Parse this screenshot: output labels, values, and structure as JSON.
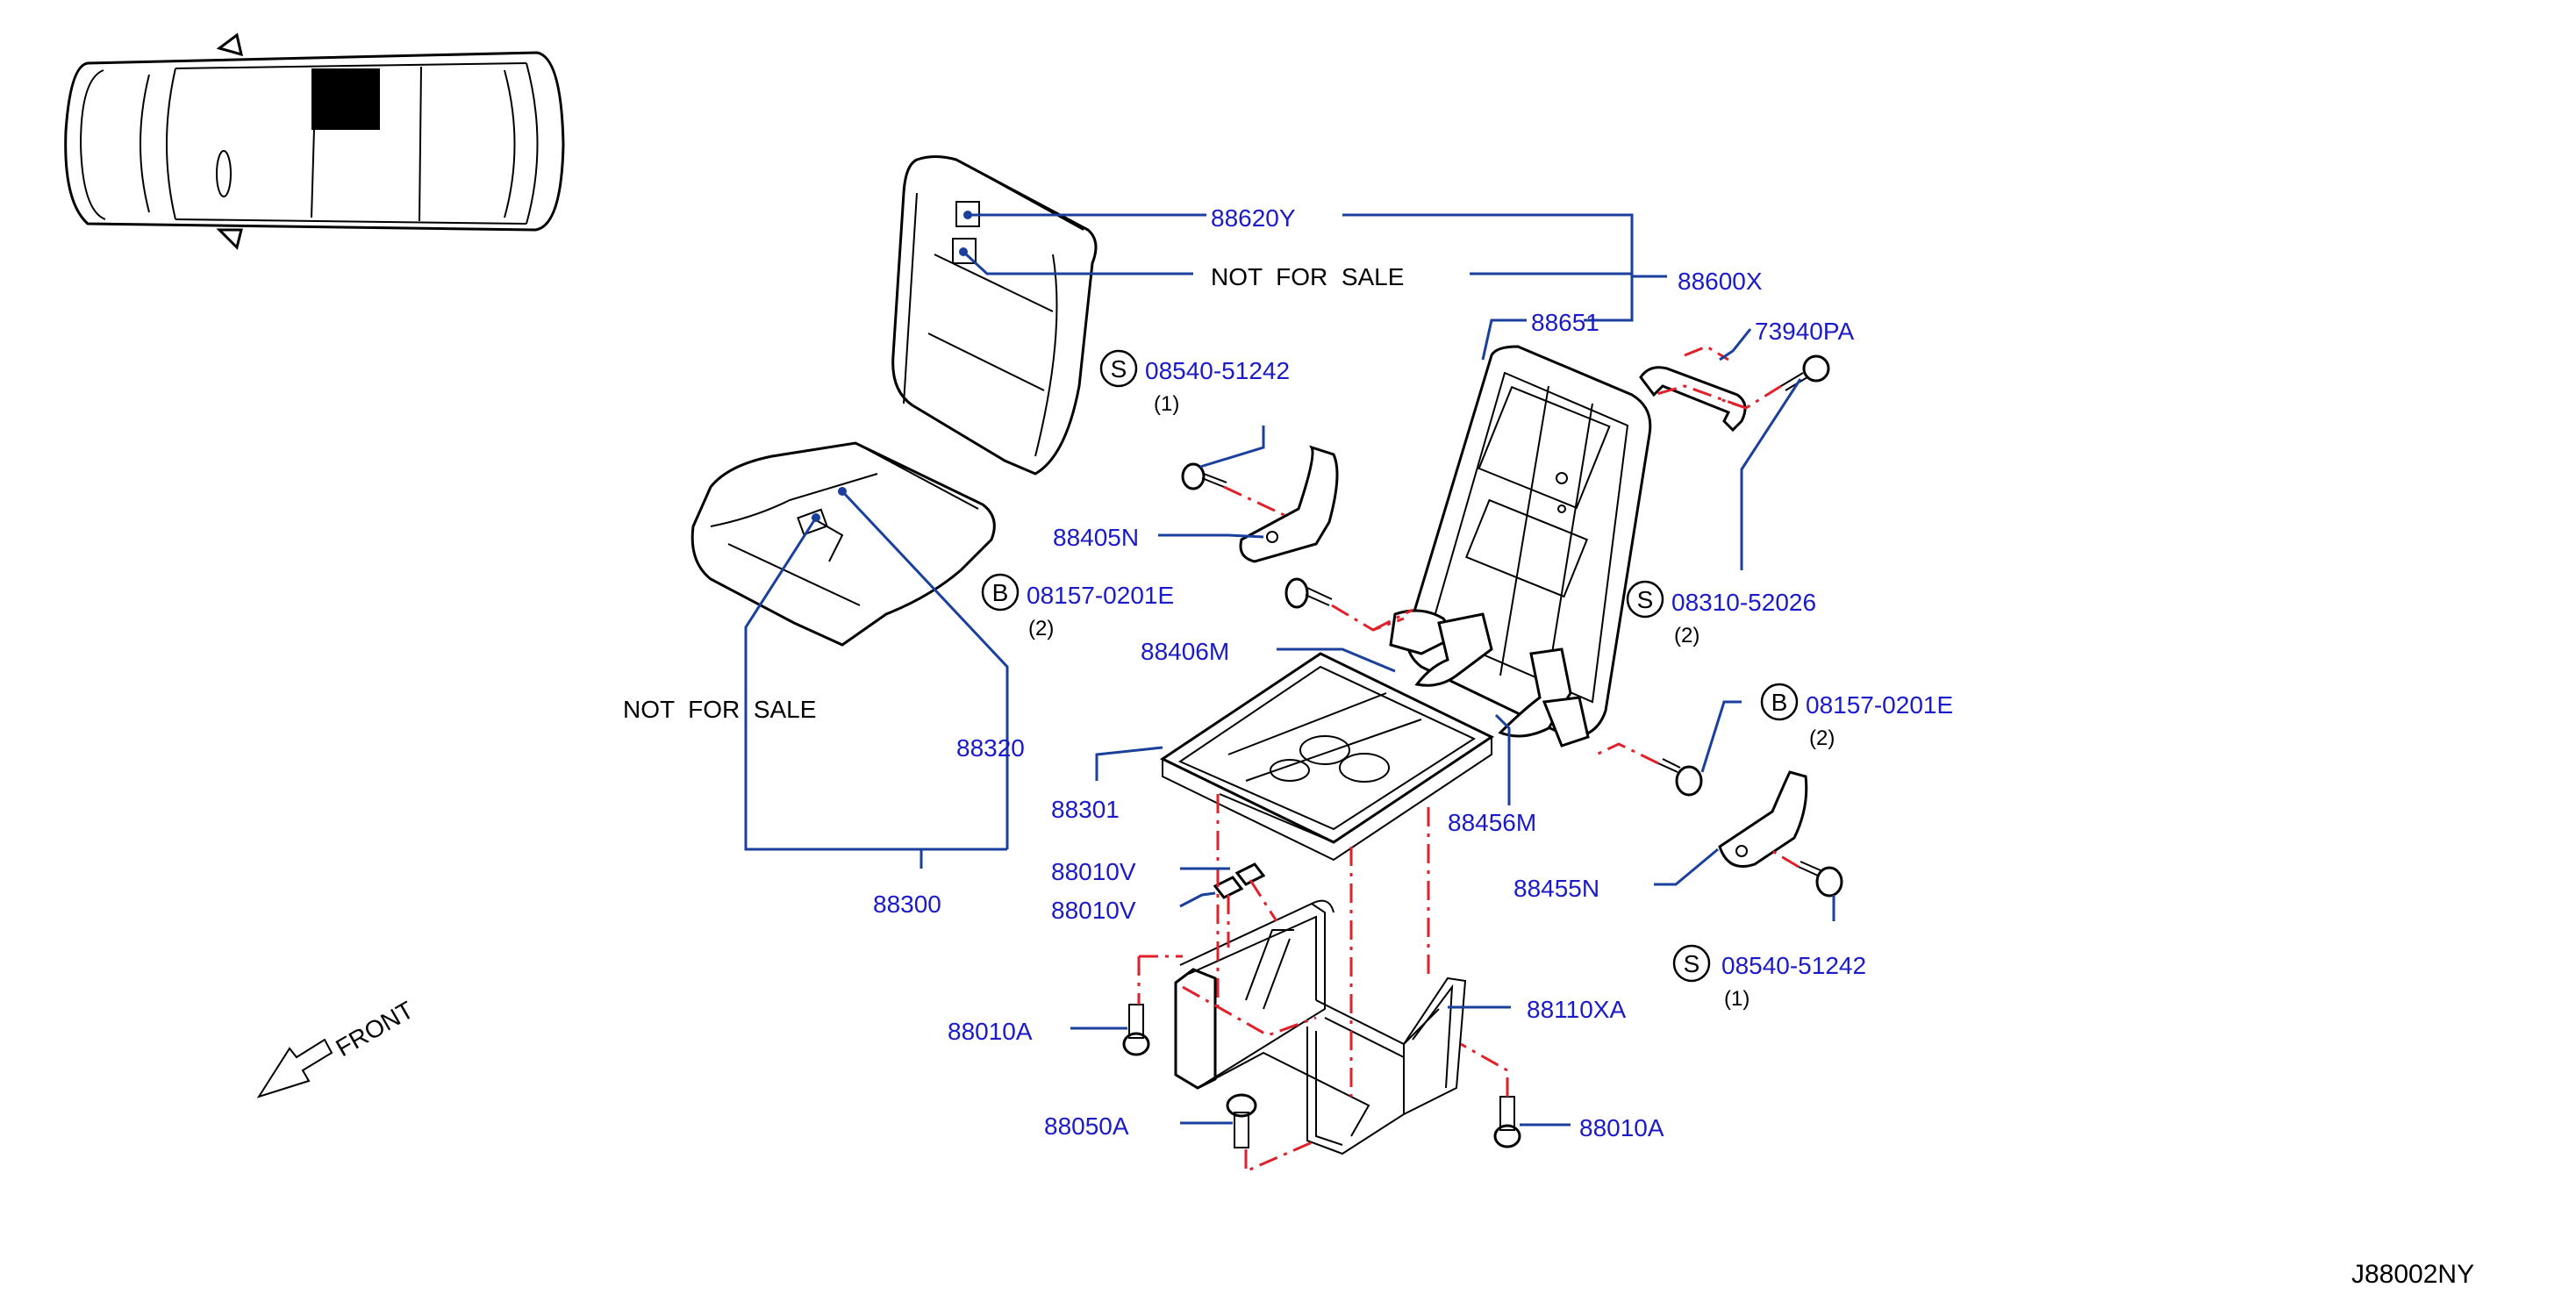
{
  "diagram_code": "J88002NY",
  "front_label": "FRONT",
  "labels": {
    "p88620Y": "88620Y",
    "not_for_sale_top": "NOT  FOR  SALE",
    "p88600X": "88600X",
    "p88651": "88651",
    "p73940PA": "73940PA",
    "s_bolt_top_code": "08540-51242",
    "s_bolt_top_qty": "(1)",
    "p88405N": "88405N",
    "b_bolt_left_code": "08157-0201E",
    "b_bolt_left_qty": "(2)",
    "s_bolt_right_code": "08310-52026",
    "s_bolt_right_qty": "(2)",
    "p88406M": "88406M",
    "not_for_sale_left": "NOT  FOR  SALE",
    "b_bolt_right_code": "08157-0201E",
    "b_bolt_right_qty": "(2)",
    "p88320": "88320",
    "p88301": "88301",
    "p88456M": "88456M",
    "p88010V_a": "88010V",
    "p88010V_b": "88010V",
    "p88300": "88300",
    "p88455N": "88455N",
    "s_bolt_bottom_code": "08540-51242",
    "s_bolt_bottom_qty": "(1)",
    "p88110XA": "88110XA",
    "p88010A_left": "88010A",
    "p88050A": "88050A",
    "p88010A_right": "88010A"
  },
  "symbols": {
    "s": "S",
    "b": "B"
  }
}
